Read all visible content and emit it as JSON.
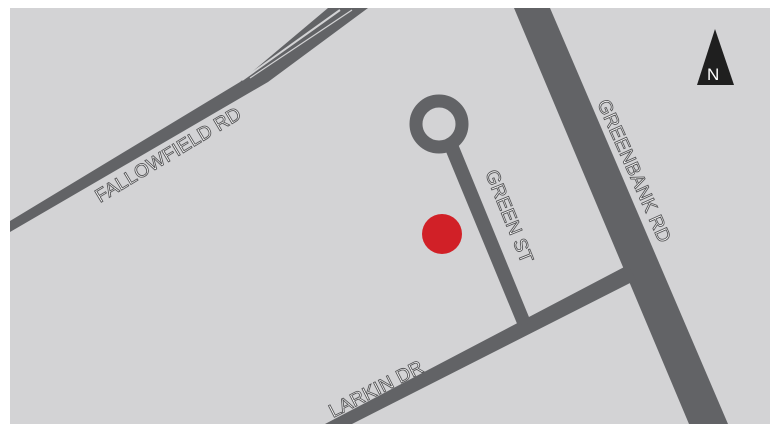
{
  "map": {
    "colors": {
      "land": "#d3d3d5",
      "road": "#626366",
      "road_outline": "#d3d3d5",
      "marker": "#d12027",
      "north_arrow": "#1f1f1f"
    },
    "roads": {
      "fallowfield": {
        "label": "FALLOWFIELD RD"
      },
      "greenbank": {
        "label": "GREENBANK RD"
      },
      "green_st": {
        "label": "GREEN ST"
      },
      "larkin": {
        "label": "LARKIN DR"
      }
    },
    "north_arrow": {
      "label": "N",
      "icon": "north-arrow-icon"
    },
    "marker": {
      "icon": "location-marker-icon"
    }
  }
}
